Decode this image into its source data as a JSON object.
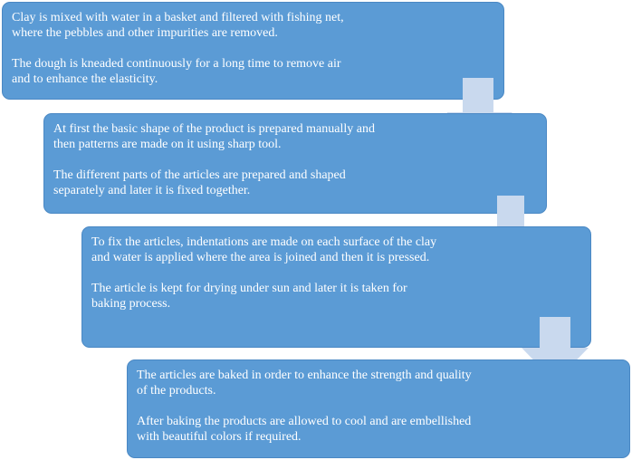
{
  "steps": [
    {
      "paragraphs": [
        "Clay is mixed with water in a basket and filtered with fishing net,\nwhere the pebbles and other impurities are removed.",
        "The dough is kneaded continuously for a long time to remove air\nand to enhance the elasticity."
      ]
    },
    {
      "paragraphs": [
        "At first the basic shape of the product is prepared manually  and\nthen patterns are made on it using sharp tool.",
        "The different parts of the articles are prepared and shaped\nseparately and later it is fixed together."
      ]
    },
    {
      "paragraphs": [
        "To fix the articles, indentations are made on each surface of the clay\nand water is applied  where the area is joined and then it is pressed.",
        "The article is kept for drying under sun and later it is taken for\nbaking process."
      ]
    },
    {
      "paragraphs": [
        "The articles are baked in order to enhance the strength and quality\nof the products.",
        "After baking the products are allowed to cool and are embellished\nwith beautiful  colors if required."
      ]
    }
  ],
  "colors": {
    "box_fill": "#5b9bd5",
    "box_border": "#4a88c4",
    "text": "#ffffff",
    "arrow_fill": "#c9d9ee"
  }
}
